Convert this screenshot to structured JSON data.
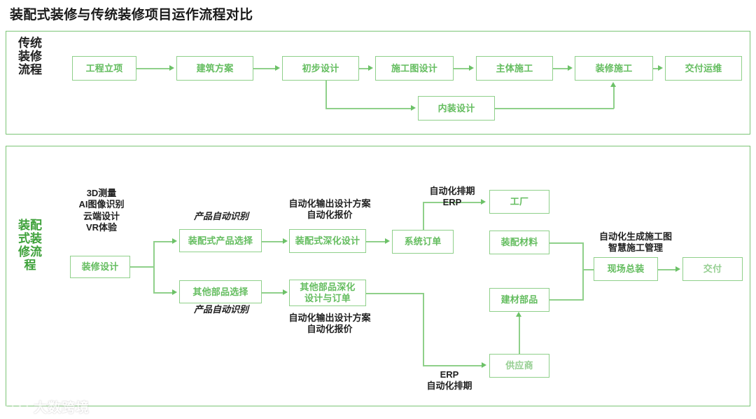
{
  "title": "装配式装修与传统装修项目运作流程对比",
  "colors": {
    "frame_border": "#7cc576",
    "node_border": "#8fd08a",
    "node_text": "#64bd5f",
    "node_text_muted": "#96cf92",
    "annotation_text": "#1f1f1f",
    "connector": "#8fd08a",
    "arrow": "#6cc167",
    "title_text": "#1a1a1a",
    "section_label_green": "#3ea13a",
    "background": "#ffffff"
  },
  "sections": [
    {
      "id": "traditional",
      "label": "传统装修流程",
      "label_color": "dark",
      "nodes": [
        {
          "id": "t1",
          "label": "工程立项"
        },
        {
          "id": "t2",
          "label": "建筑方案"
        },
        {
          "id": "t3",
          "label": "初步设计"
        },
        {
          "id": "t4",
          "label": "施工图设计"
        },
        {
          "id": "t5",
          "label": "主体施工"
        },
        {
          "id": "t6",
          "label": "装修施工"
        },
        {
          "id": "t7",
          "label": "交付运维"
        },
        {
          "id": "t8",
          "label": "内装设计"
        }
      ],
      "annotations": []
    },
    {
      "id": "assembled",
      "label": "装配式装修流程",
      "label_color": "green",
      "nodes": [
        {
          "id": "a1",
          "label": "装修设计"
        },
        {
          "id": "a2",
          "label": "装配式产品选择"
        },
        {
          "id": "a3",
          "label": "其他部品选择"
        },
        {
          "id": "a4",
          "label": "装配式深化设计"
        },
        {
          "id": "a5",
          "label": "其他部品深化\n设计与订单"
        },
        {
          "id": "a6",
          "label": "系统订单"
        },
        {
          "id": "a7",
          "label": "工厂"
        },
        {
          "id": "a8",
          "label": "装配材料"
        },
        {
          "id": "a9",
          "label": "建材部品"
        },
        {
          "id": "a10",
          "label": "供应商"
        },
        {
          "id": "a11",
          "label": "现场总装"
        },
        {
          "id": "a12",
          "label": "交付"
        }
      ],
      "annotations": [
        {
          "id": "an1",
          "text": "3D测量\nAI图像识别\n云端设计\nVR体验"
        },
        {
          "id": "an2",
          "text": "产品自动识别"
        },
        {
          "id": "an3",
          "text": "产品自动识别"
        },
        {
          "id": "an4",
          "text": "自动化输出设计方案\n自动化报价"
        },
        {
          "id": "an5",
          "text": "自动化输出设计方案\n自动化报价"
        },
        {
          "id": "an6",
          "text": "自动化排期\nERP"
        },
        {
          "id": "an7",
          "text": "ERP\n自动化排期"
        },
        {
          "id": "an8",
          "text": "自动化生成施工图\n智慧施工管理"
        }
      ]
    }
  ],
  "watermark": {
    "text": "大数跨境",
    "icon": "logo-icon"
  }
}
